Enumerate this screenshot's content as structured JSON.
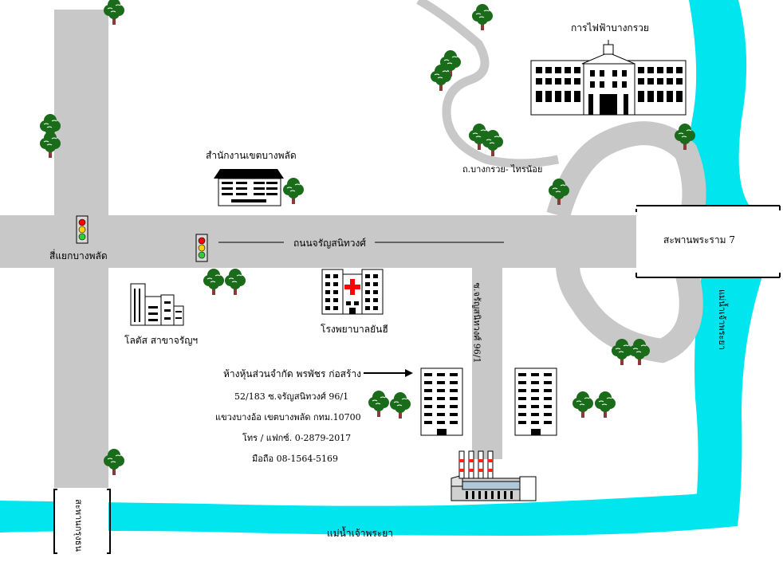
{
  "colors": {
    "river": "#00e5ee",
    "road": "#c8c8c8",
    "tree_canopy": "#1a6b1a",
    "tree_trunk": "#8b3a3a",
    "building_fill": "#ffffff",
    "hospital_cross": "#ff0000"
  },
  "roads": {
    "main_road": "ถนนจรัญสนิทวงศ์",
    "soi_road": "ซ.จรัญสนิทวงศ์ 96/1",
    "side_road": "ถ.บางกรวย- ไทรน้อย"
  },
  "bridges": {
    "rama7": "สะพานพระราม 7",
    "krungthon": "สะพานกรุงธน"
  },
  "rivers": {
    "bottom": "แม่น้ำเจ้าพระยา",
    "right": "แม่น้ำเจ้าพระยา"
  },
  "landmarks": {
    "intersection": "สี่แยกบางพลัด",
    "district_office": "สำนักงานเขตบางพลัด",
    "electricity": "การไฟฟ้าบางกรวย",
    "hospital": "โรงพยาบาลยันฮี",
    "lotus": "โลตัส สาขาจรัญฯ"
  },
  "company": {
    "name": "ห้างหุ้นส่วนจำกัด พรพัชร ก่อสร้าง",
    "address_line1": "52/183 ซ.จรัญสนิทวงศ์ 96/1",
    "address_line2": "แขวงบางอ้อ เขตบางพลัด กทม.10700",
    "phone": "โทร / แฟกซ์. 0-2879-2017",
    "mobile": "มือถือ 08-1564-5169"
  },
  "icons": {
    "traffic_light": "traffic-light-icon",
    "tree": "tree-icon",
    "hospital": "hospital-icon",
    "factory": "factory-icon",
    "building": "building-icon"
  }
}
